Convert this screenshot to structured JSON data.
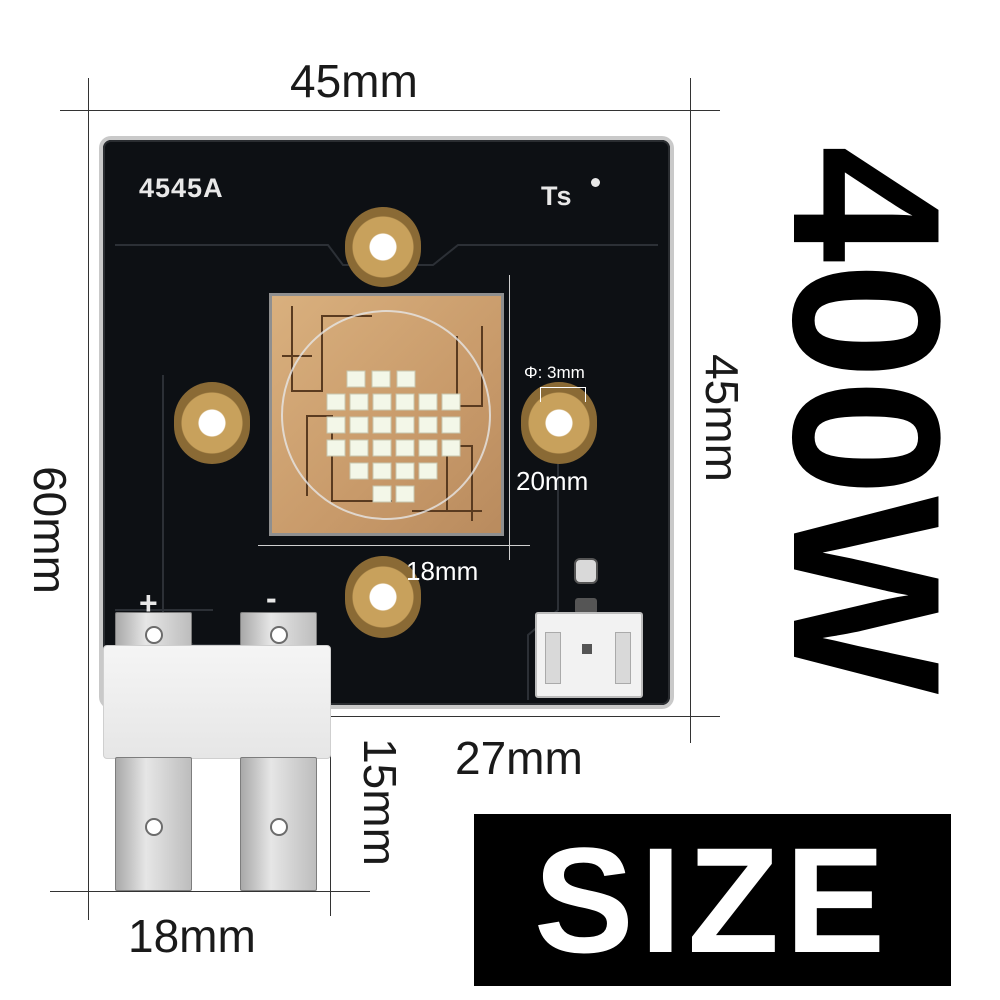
{
  "board": {
    "model": "4545A",
    "ts_label": "Ts",
    "plus": "+",
    "minus": "-"
  },
  "dimensions": {
    "top_width": "45mm",
    "right_height": "45mm",
    "left_height": "60mm",
    "bottom_width": "27mm",
    "terminal_height": "15mm",
    "terminal_width": "18mm",
    "chip_height": "20mm",
    "chip_width": "18mm",
    "hole_diameter": "Φ: 3mm"
  },
  "labels": {
    "power": "400W",
    "size": "SIZE"
  },
  "colors": {
    "board": "#0d1014",
    "pad_gold": "#c8a15c",
    "chip": "#c89a6a",
    "led": "#f3f7e8"
  }
}
